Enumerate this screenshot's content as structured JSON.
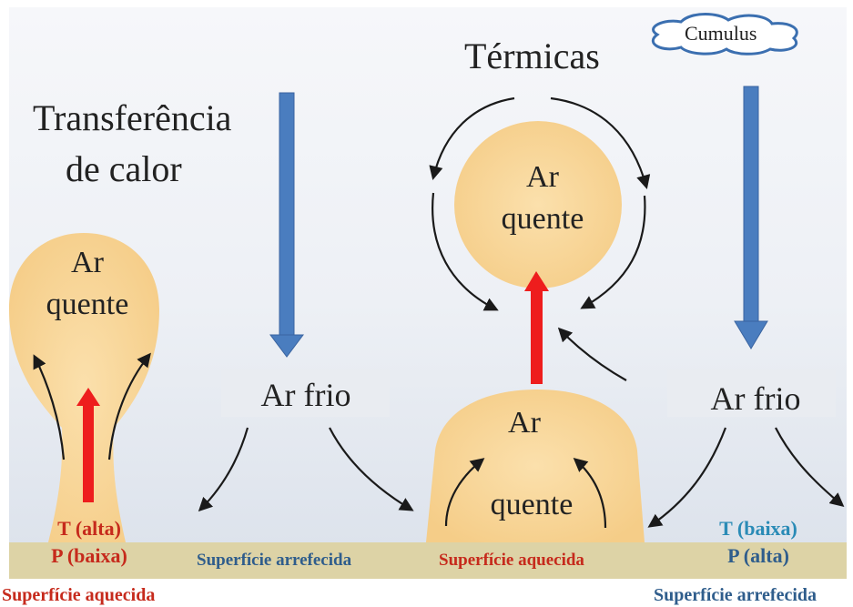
{
  "diagram": {
    "title_heat": "Transferência",
    "title_heat_2": "de calor",
    "title_thermals": "Térmicas",
    "cloud_label": "Cumulus",
    "left_bubble": {
      "line1": "Ar",
      "line2": "quente"
    },
    "top_bubble": {
      "line1": "Ar",
      "line2": "quente"
    },
    "dome": {
      "line1": "Ar",
      "line2": "quente"
    },
    "cold_air_left": "Ar frio",
    "cold_air_right": "Ar frio",
    "left_t": "T (alta)",
    "left_p": "P (baixa)",
    "right_t": "T (baixa)",
    "right_p": "P (alta)",
    "surface_heated_left": "Superfície aquecida",
    "surface_cooled_middle": "Superfície arrefecida",
    "surface_heated_middle": "Superfície aquecida",
    "surface_cooled_right": "Superfície arrefecida"
  },
  "colors": {
    "warm_air": "#f8d79b",
    "ground": "#ddd3a6",
    "down_arrow": "#4a7dbf",
    "up_arrow": "#ee1d1d",
    "heated_text": "#c62a1c",
    "cooled_text": "#2f5d8c",
    "low_temp_text": "#2a8bb6"
  }
}
